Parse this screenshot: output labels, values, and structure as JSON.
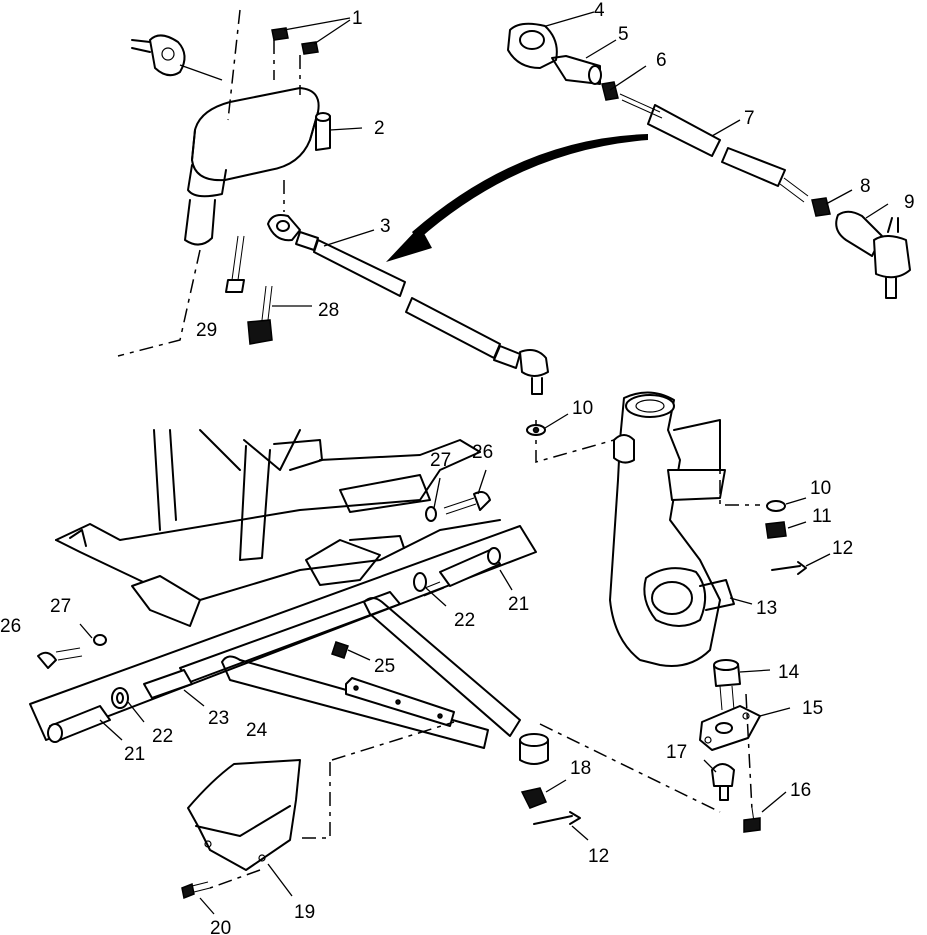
{
  "callouts": [
    {
      "id": "c1",
      "text": "1"
    },
    {
      "id": "c2",
      "text": "2"
    },
    {
      "id": "c3",
      "text": "3"
    },
    {
      "id": "c4",
      "text": "4"
    },
    {
      "id": "c5",
      "text": "5"
    },
    {
      "id": "c6",
      "text": "6"
    },
    {
      "id": "c7",
      "text": "7"
    },
    {
      "id": "c8",
      "text": "8"
    },
    {
      "id": "c9",
      "text": "9"
    },
    {
      "id": "c10a",
      "text": "10"
    },
    {
      "id": "c10b",
      "text": "10"
    },
    {
      "id": "c11",
      "text": "11"
    },
    {
      "id": "c12a",
      "text": "12"
    },
    {
      "id": "c12b",
      "text": "12"
    },
    {
      "id": "c13",
      "text": "13"
    },
    {
      "id": "c14",
      "text": "14"
    },
    {
      "id": "c15",
      "text": "15"
    },
    {
      "id": "c16",
      "text": "16"
    },
    {
      "id": "c17",
      "text": "17"
    },
    {
      "id": "c18",
      "text": "18"
    },
    {
      "id": "c19",
      "text": "19"
    },
    {
      "id": "c20",
      "text": "20"
    },
    {
      "id": "c21a",
      "text": "21"
    },
    {
      "id": "c21b",
      "text": "21"
    },
    {
      "id": "c22a",
      "text": "22"
    },
    {
      "id": "c22b",
      "text": "22"
    },
    {
      "id": "c23",
      "text": "23"
    },
    {
      "id": "c24",
      "text": "24"
    },
    {
      "id": "c25",
      "text": "25"
    },
    {
      "id": "c26a",
      "text": "26"
    },
    {
      "id": "c26b",
      "text": "26"
    },
    {
      "id": "c27a",
      "text": "27"
    },
    {
      "id": "c27b",
      "text": "27"
    },
    {
      "id": "c28",
      "text": "28"
    },
    {
      "id": "c29",
      "text": "29"
    }
  ]
}
